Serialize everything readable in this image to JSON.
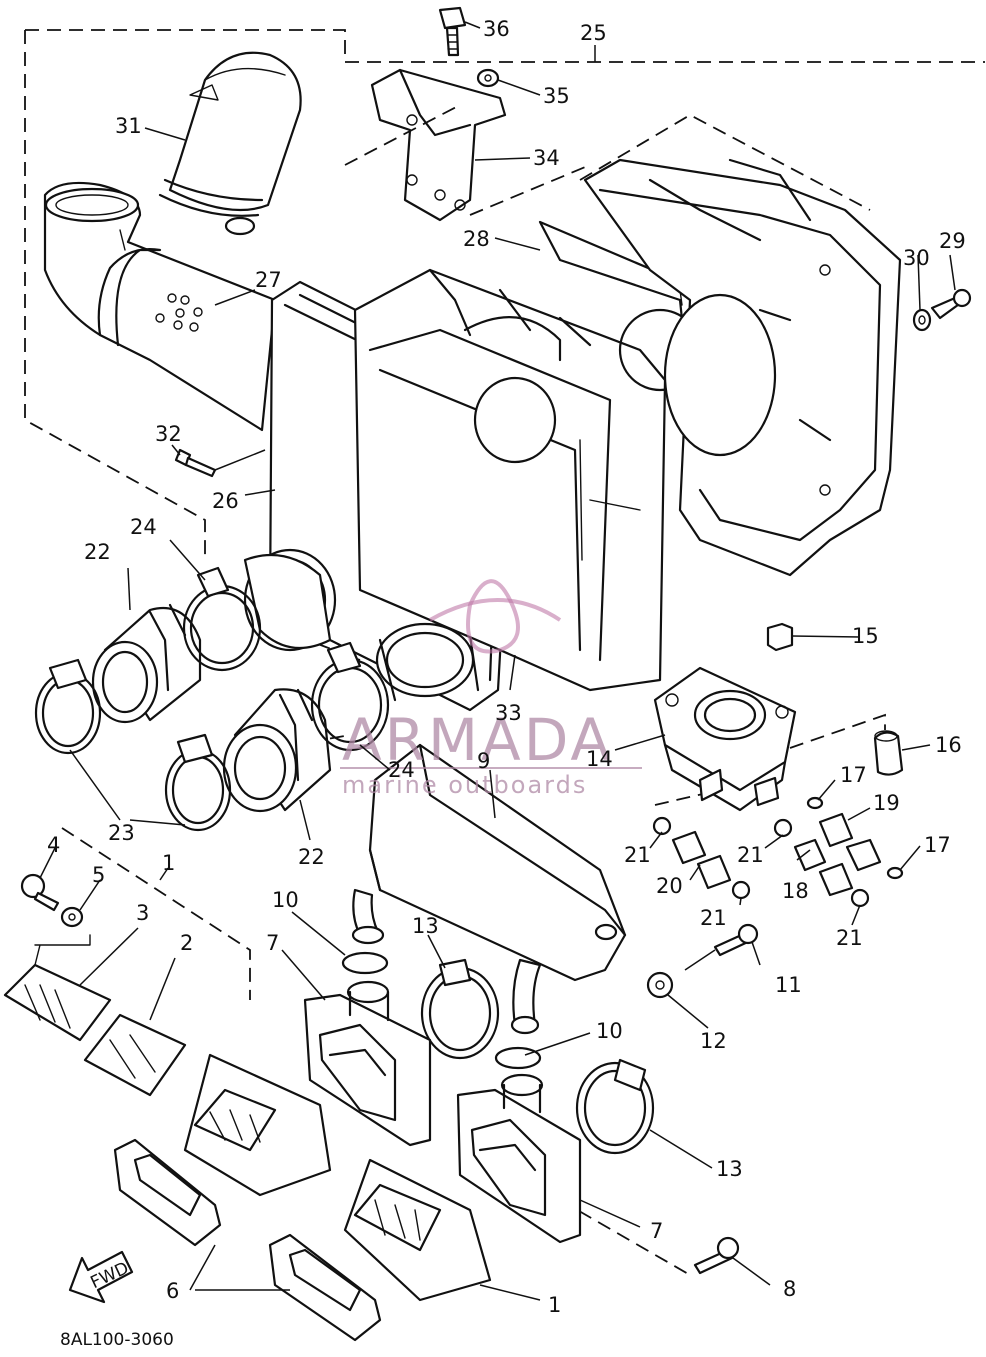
{
  "diagram": {
    "drawing_code": "8AL100-3060",
    "fwd_label": "FWD",
    "watermark": {
      "brand": "ARMADA",
      "tagline": "marine outboards"
    },
    "callouts": [
      "1",
      "2",
      "3",
      "4",
      "5",
      "6",
      "7",
      "8",
      "9",
      "10",
      "11",
      "12",
      "13",
      "14",
      "15",
      "16",
      "17",
      "18",
      "19",
      "20",
      "21",
      "22",
      "23",
      "24",
      "25",
      "26",
      "27",
      "28",
      "29",
      "30",
      "31",
      "32",
      "33",
      "34",
      "35",
      "36"
    ]
  }
}
